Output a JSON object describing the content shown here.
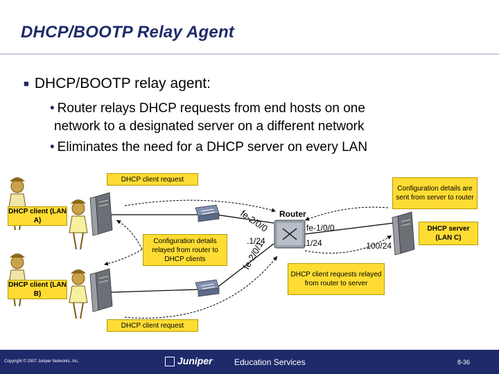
{
  "slide": {
    "title": "DHCP/BOOTP Relay Agent",
    "bullet_main": "DHCP/BOOTP relay agent:",
    "sub_bullets": [
      "Router relays DHCP requests from end hosts on one",
      "network to a designated server on a different network",
      "Eliminates the need for a DHCP server on every LAN"
    ]
  },
  "diagram": {
    "client_request_top": "DHCP client request",
    "client_request_bottom": "DHCP client request",
    "config_sent": "Configuration details are sent from server to router",
    "config_relayed": "Configuration details relayed from router to DHCP clients",
    "requests_relayed": "DHCP client requests relayed from router to server",
    "client_a": "DHCP client (LAN A)",
    "client_b": "DHCP client (LAN B)",
    "server": "DHCP server (LAN C)",
    "router": "Router",
    "if_top": "fe-2/0/0",
    "if_bottom": "fe-2/0/1",
    "if_right": "fe-1/0/0",
    "addr_left": ".1/24",
    "addr_right": ".1/24",
    "addr_server": ".100/24"
  },
  "footer": {
    "copyright": "Copyright © 2007 Juniper Networks, Inc.",
    "brand": "Juniper",
    "edu": "Education Services",
    "page": "8-36"
  },
  "colors": {
    "title": "#1f2a6b",
    "callout": "#ffdc33",
    "footer": "#1f2a6b"
  }
}
